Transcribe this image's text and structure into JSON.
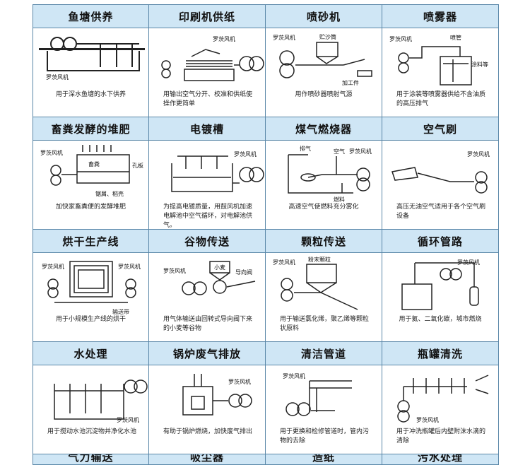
{
  "cells": [
    {
      "title": "鱼塘供养",
      "caption": "用于深水鱼塘的水下供养",
      "labels": [
        "罗茨风机"
      ]
    },
    {
      "title": "印刷机供纸",
      "caption": "用输出空气分开、校准和供纸使操作更简单",
      "labels": [
        "罗茨风机"
      ]
    },
    {
      "title": "喷砂机",
      "caption": "用作喷砂器喷射气源",
      "labels": [
        "罗茨风机",
        "贮沙筒",
        "加工件"
      ]
    },
    {
      "title": "喷雾器",
      "caption": "用于涂装等喷雾器供给不含油质的高压排气",
      "labels": [
        "罗茨风机",
        "喷管",
        "涂料等"
      ]
    },
    {
      "title": "畜粪发酵的堆肥",
      "caption": "加快家畜粪便的发酵堆肥",
      "labels": [
        "罗茨风机",
        "畜粪",
        "孔板",
        "锯屑、稻壳"
      ]
    },
    {
      "title": "电镀槽",
      "caption": "为提高电镀质量，用鼓风机加速电解池中空气循环，对电解池供气。",
      "labels": [
        "罗茨风机"
      ]
    },
    {
      "title": "煤气燃烧器",
      "caption": "高速空气使燃料充分雾化",
      "labels": [
        "排气",
        "空气",
        "罗茨风机",
        "燃料"
      ]
    },
    {
      "title": "空气刷",
      "caption": "高压无油空气适用于各个空气刷设备",
      "labels": [
        "罗茨风机"
      ]
    },
    {
      "title": "烘干生产线",
      "caption": "用于小规模生产线的烘干",
      "labels": [
        "罗茨风机",
        "罗茨风机",
        "输送带"
      ]
    },
    {
      "title": "谷物传送",
      "caption": "用气体输送由回转式导向阀下来的小麦等谷物",
      "labels": [
        "小麦",
        "罗茨风机",
        "导向阀"
      ]
    },
    {
      "title": "颗粒传送",
      "caption": "用于输送氯化烯，聚乙烯等颗粒状原料",
      "labels": [
        "罗茨风机",
        "粉末颗粒"
      ]
    },
    {
      "title": "循环管路",
      "caption": "用于氦、二氧化碳，城市燃烧",
      "labels": [
        "罗茨风机"
      ]
    },
    {
      "title": "水处理",
      "caption": "用于搅动水池沉淀物并净化水池",
      "labels": [
        "罗茨风机"
      ]
    },
    {
      "title": "锅炉废气排放",
      "caption": "有助于锅炉燃烧，加快废气排出",
      "labels": [
        "罗茨风机"
      ]
    },
    {
      "title": "清洁管道",
      "caption": "用于更换和检修管道时，管内污物的去除",
      "labels": [
        "罗茨风机"
      ]
    },
    {
      "title": "瓶罐清洗",
      "caption": "用于冲洗瓶罐后内壁附沫水滴的清除",
      "labels": [
        "罗茨风机"
      ]
    }
  ],
  "partial_row": [
    "气力输送",
    "吸尘器",
    "造纸",
    "污水处理"
  ]
}
